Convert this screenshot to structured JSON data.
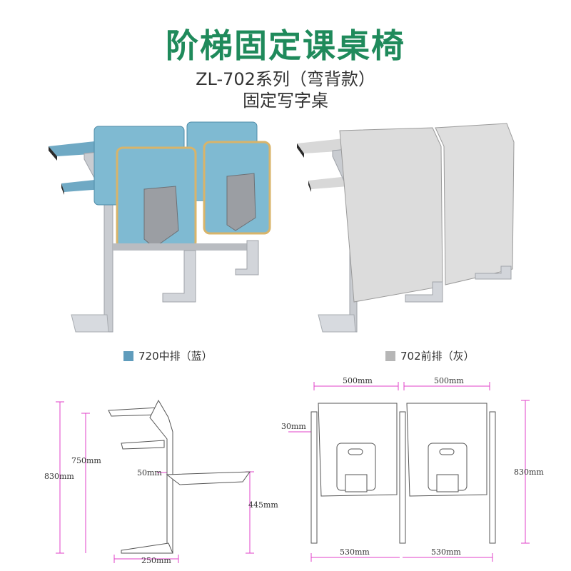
{
  "header": {
    "title": "阶梯固定课桌椅",
    "subtitle_line1": "ZL-702系列（弯背款）",
    "subtitle_line2": "固定写字桌"
  },
  "legend": [
    {
      "label": "720中排（蓝）",
      "color": "#5f9cbc"
    },
    {
      "label": "702前排（灰）",
      "color": "#b6b6b6"
    }
  ],
  "colors": {
    "title_green": "#1f8a5b",
    "blue_panel": "#7fbad2",
    "grey_panel": "#dcdcdc",
    "dimension_magenta": "#e040c8"
  },
  "side_view": {
    "dims": [
      "750mm",
      "830mm",
      "50mm",
      "445mm",
      "250mm"
    ]
  },
  "front_view": {
    "dims": [
      "500mm",
      "500mm",
      "30mm",
      "830mm",
      "530mm",
      "530mm"
    ]
  }
}
